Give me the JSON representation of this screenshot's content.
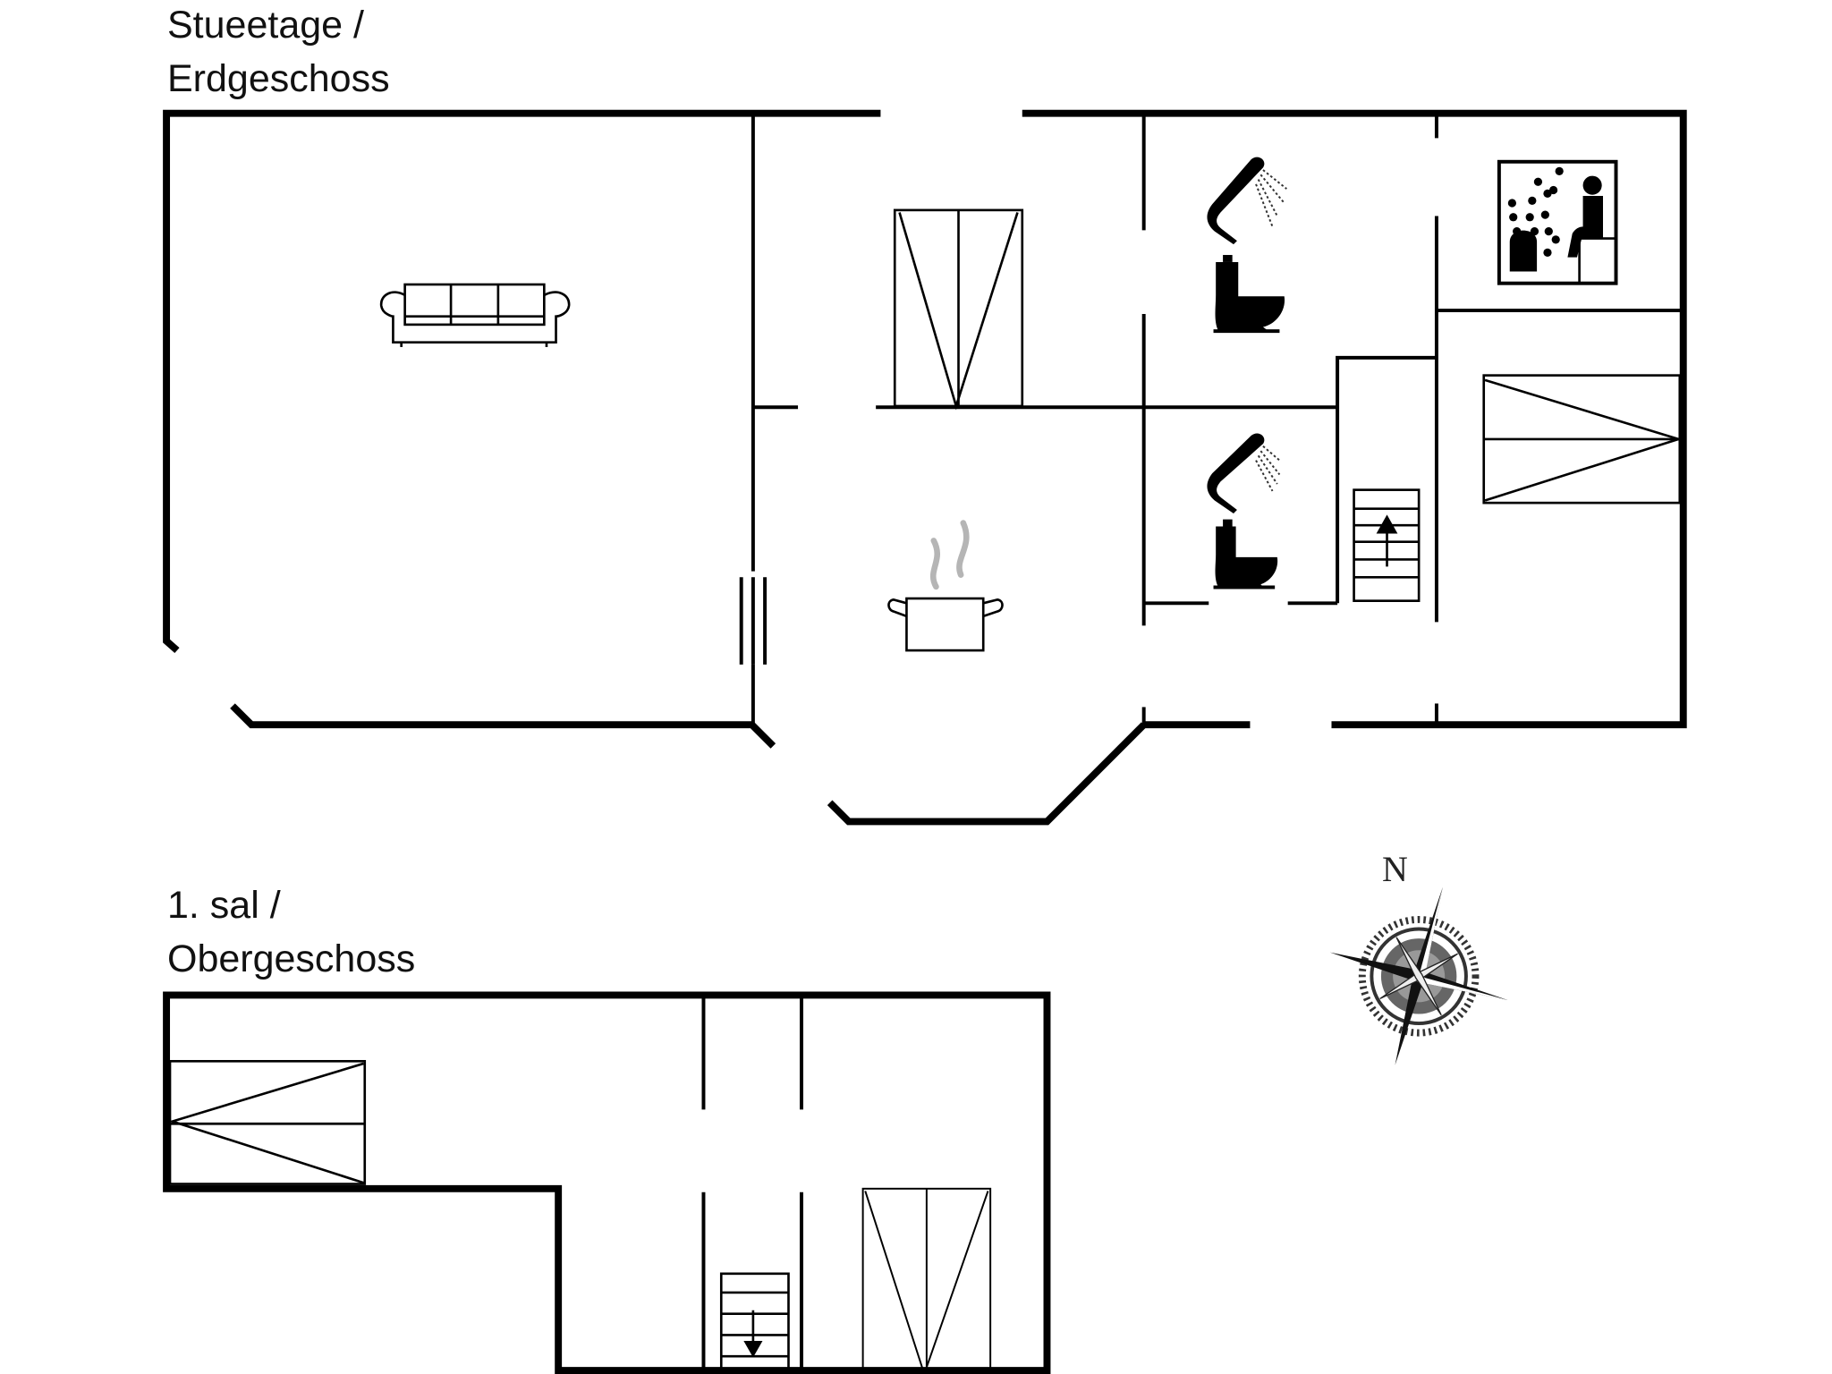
{
  "floors": [
    {
      "id": "ground",
      "label_line1": "Stueetage /",
      "label_line2": "Erdgeschoss"
    },
    {
      "id": "upper",
      "label_line1": "1. sal /",
      "label_line2": "Obergeschoss"
    }
  ],
  "compass": {
    "north_label": "N"
  },
  "icons": {
    "ground_floor": [
      "sofa-icon",
      "wardrobe-icon",
      "kitchen-pot-icon",
      "shower-icon",
      "toilet-icon",
      "shower-icon",
      "toilet-icon",
      "sauna-icon",
      "stairs-up-icon",
      "bed-icon",
      "sliding-door-icon"
    ],
    "upper_floor": [
      "bed-icon",
      "stairs-down-icon",
      "wardrobe-icon"
    ]
  },
  "colors": {
    "wall": "#000000",
    "background": "#ffffff",
    "steam": "#b0b0b0"
  }
}
